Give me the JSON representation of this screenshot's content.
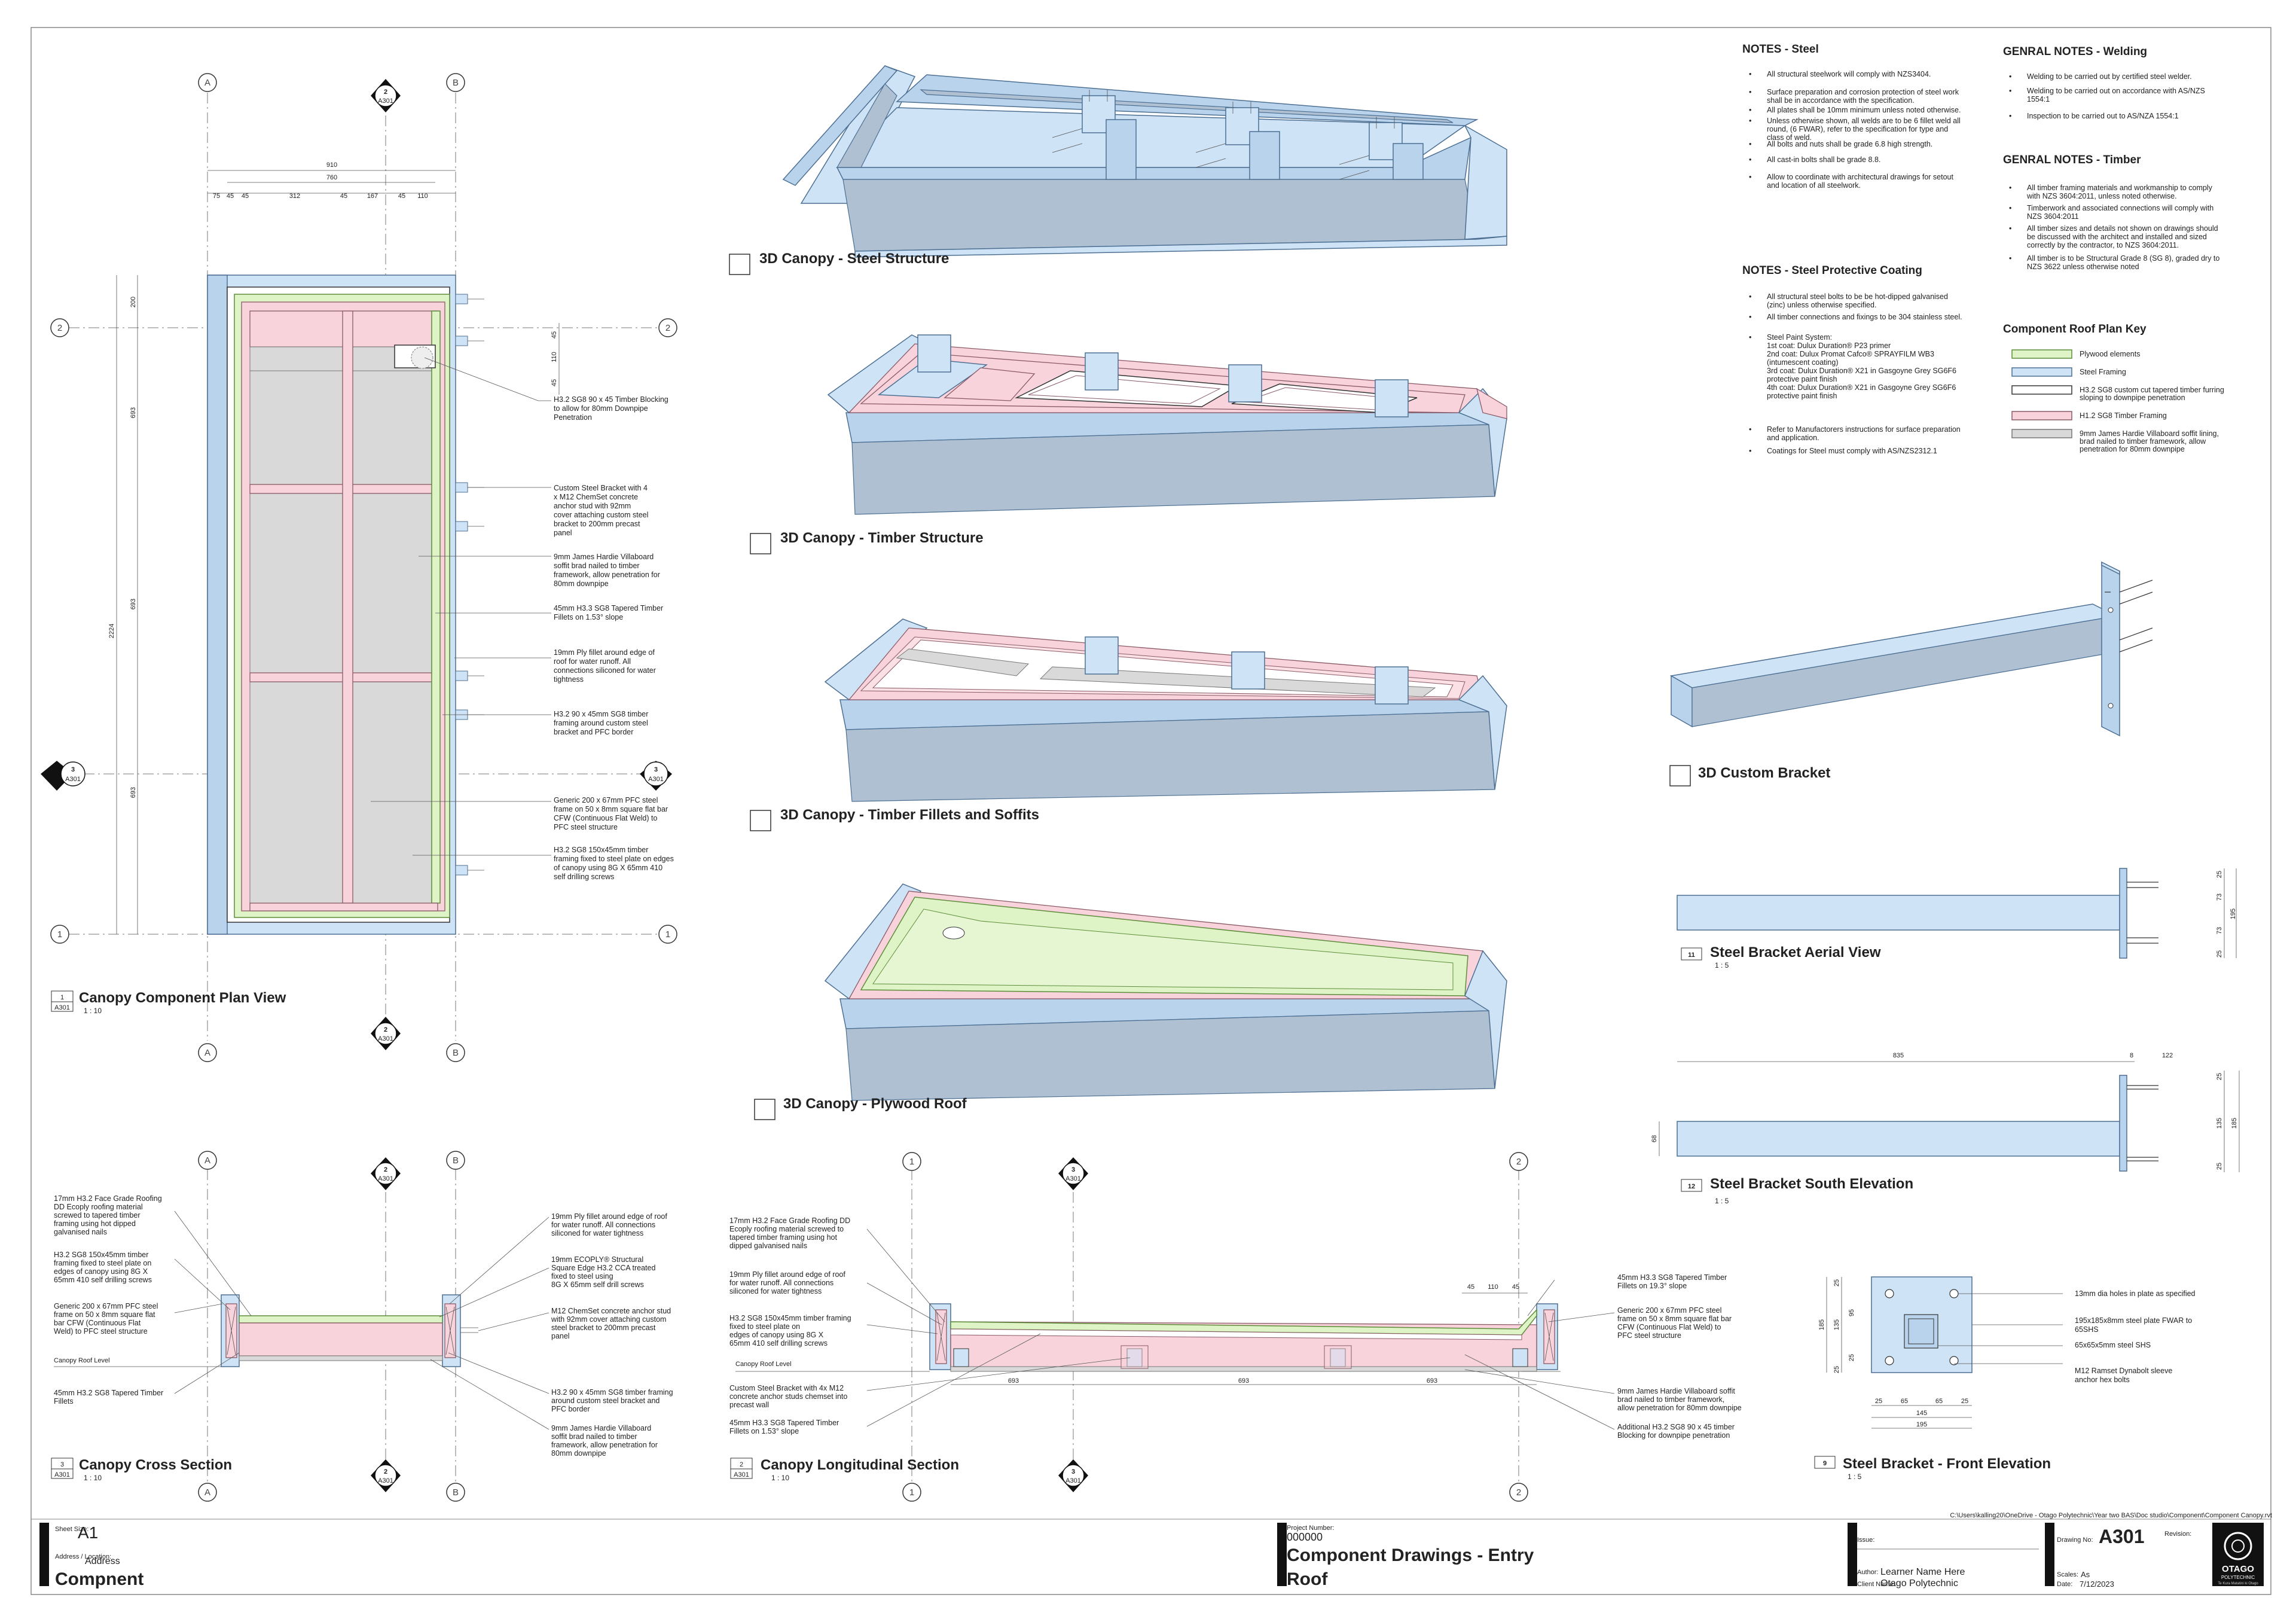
{
  "grid": {
    "A": "A",
    "B": "B",
    "one": "1",
    "two": "2",
    "three": "3",
    "ref": "A301"
  },
  "plan": {
    "title": "Canopy Component Plan View",
    "num": "1",
    "ref": "A301",
    "scale": "1 : 10",
    "dims_top": [
      "910",
      "760",
      "75",
      "45",
      "45",
      "312",
      "45",
      "167",
      "45",
      "110"
    ],
    "dims_left": [
      "200",
      "693",
      "693",
      "693",
      "2224"
    ],
    "dims_right": [
      "45",
      "110",
      "45"
    ],
    "notes": [
      [
        "H3.2 SG8 90 x 45 Timber Blocking",
        "to allow for 80mm Downpipe",
        "Penetration"
      ],
      [
        "Custom Steel Bracket with 4",
        "x M12 ChemSet concrete",
        "anchor stud with 92mm",
        "cover attaching custom steel",
        "bracket to 200mm precast",
        "panel"
      ],
      [
        "9mm James Hardie Villaboard",
        "soffit brad nailed to timber",
        "framework, allow penetration for",
        "80mm downpipe"
      ],
      [
        "45mm H3.3 SG8 Tapered Timber",
        "Fillets on 1.53° slope"
      ],
      [
        "19mm Ply fillet around edge of",
        "roof for water runoff. All",
        "connections siliconed for water",
        "tightness"
      ],
      [
        "H3.2 90 x 45mm SG8 timber",
        "framing around custom steel",
        "bracket and PFC border"
      ],
      [
        "Generic 200 x 67mm PFC steel",
        "frame on 50 x 8mm square flat bar",
        "CFW (Continuous Flat Weld) to",
        "PFC steel structure"
      ],
      [
        "H3.2 SG8 150x45mm timber",
        "framing fixed to steel plate on edges",
        "of canopy using 8G X 65mm 410",
        "self drilling screws"
      ]
    ]
  },
  "views3d": [
    {
      "title": "3D Canopy - Steel Structure"
    },
    {
      "title": "3D Canopy - Timber Structure"
    },
    {
      "title": "3D Canopy - Timber Fillets and Soffits"
    },
    {
      "title": "3D Canopy - Plywood Roof"
    },
    {
      "title": "3D Custom Bracket"
    }
  ],
  "notes_steel": {
    "title": "NOTES - Steel",
    "items": [
      [
        "All structural steelwork will comply with NZS3404."
      ],
      [
        "Surface preparation and corrosion protection of steel work",
        "shall be in accordance with the specification."
      ],
      [
        "All plates shall be 10mm minimum unless noted otherwise."
      ],
      [
        "Unless otherwise shown, all welds are to be 6 fillet weld all",
        "round, (6 FWAR), refer to the specification for type and",
        "class of weld."
      ],
      [
        "All bolts and nuts shall be grade 6.8 high strength."
      ],
      [
        "All cast-in bolts shall be grade 8.8."
      ],
      [
        "Allow to coordinate with architectural drawings for setout",
        "and location of all steelwork."
      ]
    ]
  },
  "notes_coating": {
    "title": "NOTES - Steel Protective Coating",
    "items": [
      [
        "All structural steel bolts to be be hot-dipped galvanised",
        "(zinc) unless otherwise specified."
      ],
      [
        "All timber connections and fixings to be 304 stainless steel."
      ],
      [
        "Steel Paint System:",
        "",
        "1st coat: Dulux Duration® P23 primer",
        "2nd coat: Dulux Promat Cafco® SPRAYFILM WB3",
        "(intumescent coating)",
        "3rd coat: Dulux Duration® X21 in Gasgoyne Grey SG6F6",
        "protective paint finish",
        "4th coat: Dulux Duration® X21 in Gasgoyne Grey SG6F6",
        "protective paint finish"
      ],
      [
        "Refer to Manufactorers instructions for surface preparation",
        "and application."
      ],
      [
        "Coatings for Steel must comply with AS/NZS2312.1"
      ]
    ]
  },
  "notes_welding": {
    "title": "GENRAL NOTES - Welding",
    "items": [
      [
        "Welding to be carried out by certified steel welder."
      ],
      [
        "Welding to be carried out on accordance with AS/NZS",
        "1554:1"
      ],
      [
        "Inspection to be carried out to AS/NZA 1554:1"
      ]
    ]
  },
  "notes_timber": {
    "title": "GENRAL NOTES - Timber",
    "items": [
      [
        "All timber framing materials and workmanship to comply",
        "with NZS 3604:2011, unless noted otherwise."
      ],
      [
        "Timberwork and associated connections will comply with",
        "NZS 3604:2011"
      ],
      [
        "All timber sizes and details not shown on drawings should",
        "be discussed with the architect and installed and sized",
        "correctly by the contractor, to NZS 3604:2011."
      ],
      [
        "All timber is to be Structural Grade 8 (SG 8), graded dry to",
        "NZS 3622 unless otherwise noted"
      ]
    ]
  },
  "key": {
    "title": "Component Roof Plan Key",
    "items": [
      {
        "fill": "#def3c6",
        "stroke": "#5d8d3a",
        "text": [
          "Plywood elements"
        ]
      },
      {
        "fill": "#cfe3f6",
        "stroke": "#4c6f92",
        "text": [
          "Steel Framing"
        ]
      },
      {
        "fill": "#ffffff",
        "stroke": "#333333",
        "text": [
          "H3.2 SG8 custom cut tapered timber furring",
          "sloping to downpipe penetration"
        ]
      },
      {
        "fill": "#f8d3dc",
        "stroke": "#8a5a66",
        "text": [
          "H1.2 SG8 Timber Framing"
        ]
      },
      {
        "fill": "#d9d9d9",
        "stroke": "#777777",
        "text": [
          "9mm James Hardie Villaboard soffit lining,",
          "brad nailed to timber framework, allow",
          "penetration for 80mm downpipe"
        ]
      }
    ]
  },
  "aerial": {
    "num": "11",
    "title": "Steel Bracket Aerial View",
    "scale": "1 : 5",
    "dims": [
      "25",
      "73",
      "195",
      "73",
      "25"
    ]
  },
  "south": {
    "num": "12",
    "title": "Steel Bracket South Elevation",
    "scale": "1 : 5",
    "dims_top": [
      "835",
      "8",
      "122"
    ],
    "dims_right": [
      "25",
      "135",
      "185",
      "25"
    ],
    "dim_left": "68"
  },
  "front": {
    "num": "9",
    "title": "Steel Bracket - Front Elevation",
    "scale": "1 : 5",
    "dims_left": [
      "185",
      "25",
      "135",
      "25",
      "95",
      "25"
    ],
    "dims_bottom": [
      "25",
      "65",
      "65",
      "25",
      "145",
      "195"
    ],
    "notes": [
      [
        "13mm dia holes in plate as specified"
      ],
      [
        "195x185x8mm steel plate FWAR to",
        "65SHS"
      ],
      [
        "65x65x5mm steel SHS"
      ],
      [
        "M12 Ramset Dynabolt sleeve",
        "anchor hex bolts"
      ]
    ]
  },
  "cross": {
    "num": "3",
    "ref": "A301",
    "title": "Canopy Cross Section",
    "scale": "1 : 10",
    "level": "Canopy Roof Level",
    "notes_left": [
      [
        "17mm H3.2 Face Grade Roofing",
        "DD Ecoply roofing material",
        "screwed to tapered timber",
        "framing using hot dipped",
        "galvanised nails"
      ],
      [
        "H3.2 SG8 150x45mm timber",
        "framing fixed to steel plate on",
        "edges of canopy using 8G X",
        "65mm 410 self drilling screws"
      ],
      [
        "Generic 200 x 67mm PFC steel",
        "frame on 50 x 8mm square flat",
        "bar CFW (Continuous Flat",
        "Weld) to PFC steel structure"
      ],
      [
        "45mm H3.2 SG8 Tapered Timber",
        "Fillets"
      ]
    ],
    "notes_right": [
      [
        "19mm Ply fillet around edge of roof",
        "for water runoff. All connections",
        "siliconed for water tightness"
      ],
      [
        "19mm ECOPLY® Structural",
        "Square Edge H3.2 CCA treated",
        "fixed to steel using",
        "8G X 65mm self drill screws"
      ],
      [
        "M12 ChemSet concrete anchor stud",
        "with 92mm cover attaching custom",
        "steel bracket to 200mm precast",
        "panel"
      ],
      [
        "H3.2 90 x 45mm SG8 timber framing",
        "around custom steel bracket and",
        "PFC border"
      ],
      [
        "9mm James Hardie Villaboard",
        "soffit brad nailed to timber",
        "framework, allow penetration for",
        "80mm downpipe"
      ]
    ]
  },
  "longit": {
    "num": "2",
    "ref": "A301",
    "title": "Canopy Longitudinal Section",
    "scale": "1 : 10",
    "level": "Canopy Roof Level",
    "dims": [
      "693",
      "693",
      "693"
    ],
    "dims_top": [
      "45",
      "110",
      "45"
    ],
    "notes_left": [
      [
        "17mm H3.2 Face Grade Roofing DD",
        "Ecoply roofing material screwed to",
        "tapered timber framing using hot",
        "dipped galvanised nails"
      ],
      [
        "19mm Ply fillet around edge of roof",
        "for water runoff. All connections",
        "siliconed for water tightness"
      ],
      [
        "H3.2 SG8 150x45mm timber framing",
        "fixed to steel plate on",
        "edges of canopy using 8G X",
        "65mm 410 self drilling screws"
      ],
      [
        "Custom Steel Bracket with 4x M12",
        "concrete anchor studs chemset into",
        "precast wall"
      ],
      [
        "45mm H3.3 SG8 Tapered Timber",
        "Fillets on 1.53° slope"
      ]
    ],
    "notes_right": [
      [
        "45mm H3.3 SG8 Tapered Timber",
        "Fillets on 19.3° slope"
      ],
      [
        "Generic 200 x 67mm PFC steel",
        "frame on 50 x 8mm square flat bar",
        "CFW (Continuous Flat Weld) to",
        "PFC steel structure"
      ],
      [
        "9mm James Hardie Villaboard soffit",
        "brad nailed to timber framework,",
        "allow penetration for 80mm downpipe"
      ],
      [
        "Additional H3.2 SG8 90 x 45 timber",
        "Blocking for downpipe penetration"
      ]
    ]
  },
  "titleblock": {
    "sheet_size_label": "Sheet Size:",
    "sheet_size": "A1",
    "address_label": "Address / Location:",
    "address": "Address",
    "component": "Compnent",
    "project_number_label": "Project Number:",
    "project_number": "000000",
    "drawing_title_1": "Component Drawings - Entry",
    "drawing_title_2": "Roof",
    "issue_label": "Issue:",
    "author_label": "Author:",
    "author": "Learner Name Here",
    "client_label": "Client Name:",
    "client": "Otago Polytechnic",
    "drawing_no_label": "Drawing No:",
    "drawing_no": "A301",
    "revision_label": "Revision:",
    "scales_label": "Scales:",
    "scales": "As",
    "date_label": "Date:",
    "date": "7/12/2023",
    "path": "C:\\Users\\kalling20\\OneDrive - Otago Polytechnic\\Year two BAS\\Doc studio\\Component\\Component Canopy.rvt",
    "logo_text": "OTAGO",
    "logo_sub": "POLYTECHNIC",
    "logo_tag": "Te Kura Matatini ki Otago"
  }
}
